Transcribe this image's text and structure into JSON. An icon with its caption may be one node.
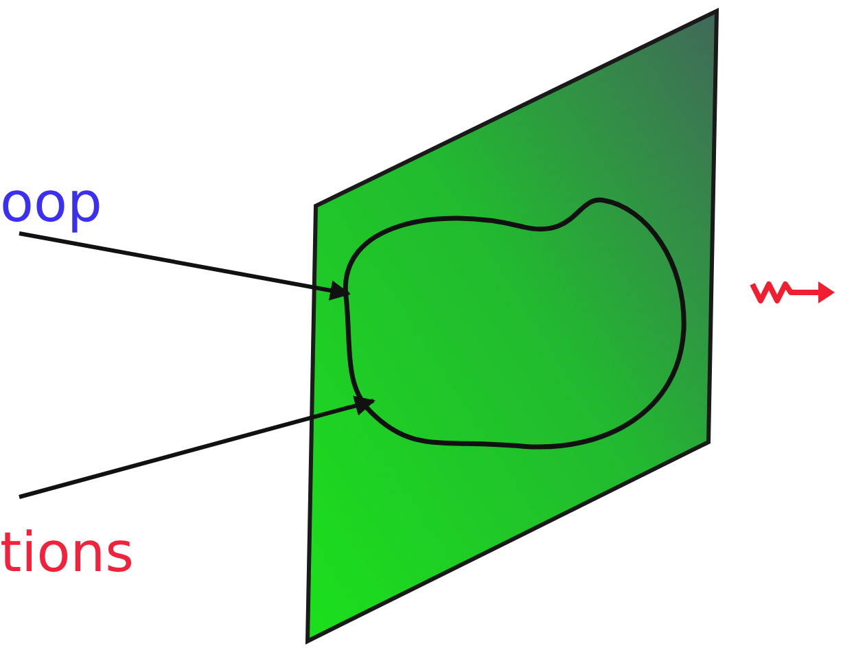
{
  "diagram": {
    "nodes": [
      {
        "text": [
          "oop"
        ]
      },
      {
        "text": [
          "tions"
        ]
      },
      {
        "text": [],
        "shape": "box"
      },
      {
        "text": [],
        "shape": "loop",
        "in": 2
      }
    ],
    "edges": [
      {
        "from": 0,
        "to": 3,
        "arrow": "to"
      },
      {
        "from": 1,
        "to": 3,
        "arrow": "to"
      }
    ]
  }
}
